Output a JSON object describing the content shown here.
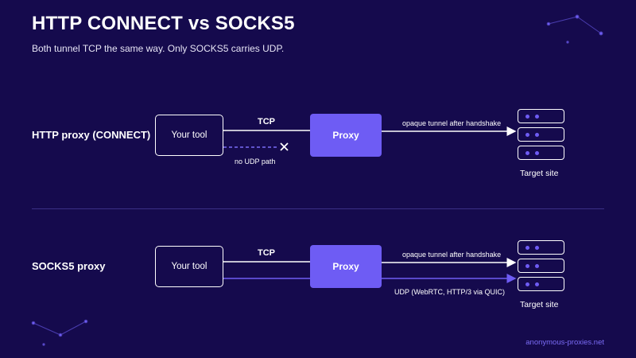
{
  "title": "HTTP CONNECT vs SOCKS5",
  "subtitle": "Both tunnel TCP the same way. Only SOCKS5 carries UDP.",
  "colors": {
    "background": "#150a4d",
    "accent": "#6e5cf4",
    "divider": "#3b2f86",
    "footer": "#7b6cf6"
  },
  "rows": [
    {
      "label": "HTTP proxy (CONNECT)",
      "client": "Your tool",
      "proxy": "Proxy",
      "tcp_label": "TCP",
      "tunnel_label": "opaque tunnel after handshake",
      "udp_label": "no UDP path",
      "udp_blocked": true,
      "target_label": "Target site"
    },
    {
      "label": "SOCKS5 proxy",
      "client": "Your tool",
      "proxy": "Proxy",
      "tcp_label": "TCP",
      "tunnel_label": "opaque tunnel after handshake",
      "udp_label": "UDP (WebRTC, HTTP/3 via QUIC)",
      "udp_blocked": false,
      "target_label": "Target site"
    }
  ],
  "footer": "anonymous-proxies.net"
}
